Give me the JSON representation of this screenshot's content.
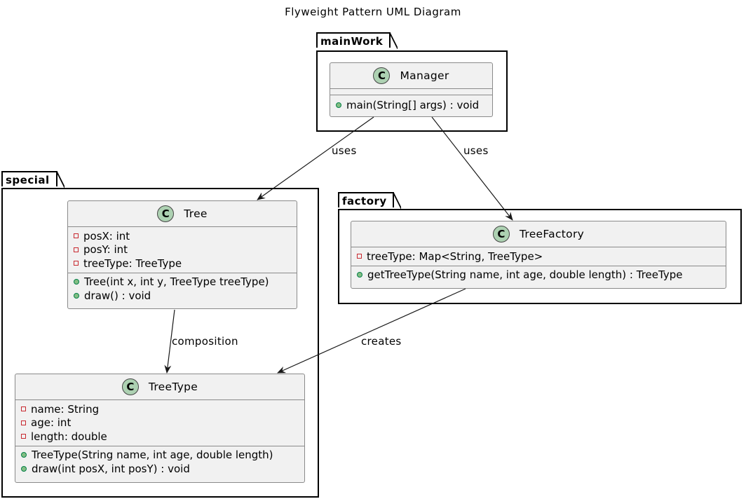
{
  "title": "Flyweight Pattern UML Diagram",
  "packages": {
    "mainWork": "mainWork",
    "special": "special",
    "factory": "factory"
  },
  "class_badge": "C",
  "classes": {
    "manager": {
      "name": "Manager",
      "methods": [
        "main(String[] args) : void"
      ]
    },
    "tree": {
      "name": "Tree",
      "fields": [
        "posX: int",
        "posY: int",
        "treeType: TreeType"
      ],
      "methods": [
        "Tree(int x, int y, TreeType treeType)",
        "draw() : void"
      ]
    },
    "treeFactory": {
      "name": "TreeFactory",
      "fields": [
        "treeType: Map<String, TreeType>"
      ],
      "methods": [
        "getTreeType(String name, int age, double length) : TreeType"
      ]
    },
    "treeType": {
      "name": "TreeType",
      "fields": [
        "name: String",
        "age: int",
        "length: double"
      ],
      "methods": [
        "TreeType(String name, int age, double length)",
        "draw(int posX, int posY) : void"
      ]
    }
  },
  "relations": {
    "manager_tree": "uses",
    "manager_factory": "uses",
    "tree_treetype": "composition",
    "factory_treetype": "creates"
  },
  "colors": {
    "class_fill": "#f1f1f1",
    "class_border": "#8a8a8a",
    "badge_fill": "#add1b2",
    "private_marker": "#c82930",
    "public_marker": "#84be84"
  }
}
